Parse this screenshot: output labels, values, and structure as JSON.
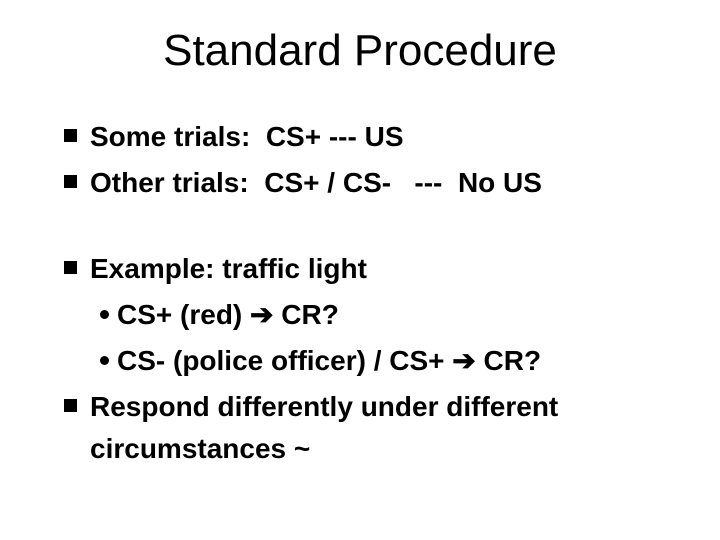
{
  "slide": {
    "title": "Standard Procedure",
    "background_color": "#ffffff",
    "text_color": "#000000",
    "bullets": [
      {
        "level": 1,
        "text": "Some trials:  CS+ --- US"
      },
      {
        "level": 1,
        "text": "Other trials:  CS+ / CS-   ---  No US"
      },
      {
        "level": 1,
        "text": "Example: traffic light",
        "gap_before": true
      },
      {
        "level": 2,
        "text": "CS+ (red) ➔ CR?"
      },
      {
        "level": 2,
        "text": "CS- (police officer) / CS+ ➔ CR?"
      },
      {
        "level": 1,
        "text": "Respond differently under different circumstances ~"
      }
    ]
  }
}
